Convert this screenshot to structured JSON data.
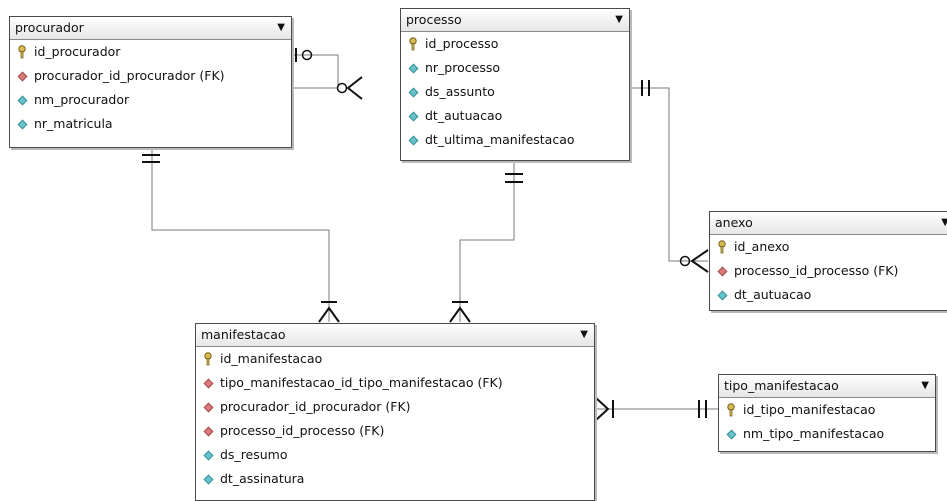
{
  "entities": {
    "procurador": {
      "name": "procurador",
      "fields": [
        {
          "label": "id_procurador",
          "icon": "key"
        },
        {
          "label": "procurador_id_procurador (FK)",
          "icon": "foreign-key"
        },
        {
          "label": "nm_procurador",
          "icon": "attribute"
        },
        {
          "label": "nr_matricula",
          "icon": "attribute"
        }
      ]
    },
    "processo": {
      "name": "processo",
      "fields": [
        {
          "label": "id_processo",
          "icon": "key"
        },
        {
          "label": "nr_processo",
          "icon": "attribute"
        },
        {
          "label": "ds_assunto",
          "icon": "attribute"
        },
        {
          "label": "dt_autuacao",
          "icon": "attribute"
        },
        {
          "label": "dt_ultima_manifestacao",
          "icon": "attribute"
        }
      ]
    },
    "anexo": {
      "name": "anexo",
      "fields": [
        {
          "label": "id_anexo",
          "icon": "key"
        },
        {
          "label": "processo_id_processo (FK)",
          "icon": "foreign-key"
        },
        {
          "label": "dt_autuacao",
          "icon": "attribute"
        }
      ]
    },
    "manifestacao": {
      "name": "manifestacao",
      "fields": [
        {
          "label": "id_manifestacao",
          "icon": "key"
        },
        {
          "label": "tipo_manifestacao_id_tipo_manifestacao (FK)",
          "icon": "foreign-key"
        },
        {
          "label": "procurador_id_procurador (FK)",
          "icon": "foreign-key"
        },
        {
          "label": "processo_id_processo (FK)",
          "icon": "foreign-key"
        },
        {
          "label": "ds_resumo",
          "icon": "attribute"
        },
        {
          "label": "dt_assinatura",
          "icon": "attribute"
        }
      ]
    },
    "tipo_manifestacao": {
      "name": "tipo_manifestacao",
      "fields": [
        {
          "label": "id_tipo_manifestacao",
          "icon": "key"
        },
        {
          "label": "nm_tipo_manifestacao",
          "icon": "attribute"
        }
      ]
    }
  },
  "colors": {
    "attribute": "#67c4cf",
    "foreign_key": "#d97b7b",
    "key": "#c8a84a",
    "line": "#7a7a7a"
  }
}
